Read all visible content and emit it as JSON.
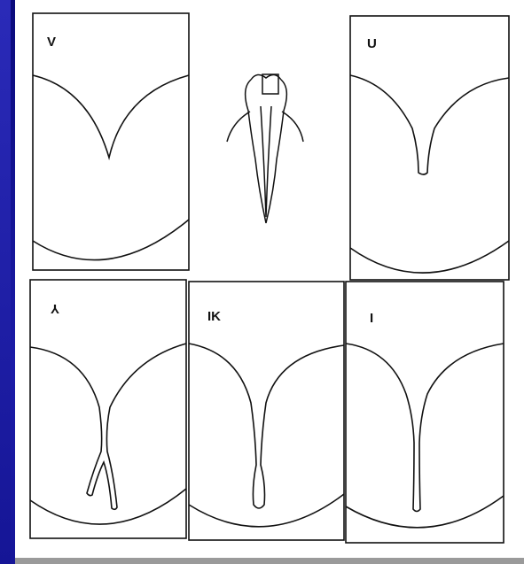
{
  "figure": {
    "panel_labels": {
      "v": "V",
      "u": "U",
      "y": "Y",
      "ik": "IK",
      "i": "I"
    },
    "colors": {
      "background": "#1414a0",
      "paper": "#ffffff",
      "ink": "#111111"
    }
  }
}
